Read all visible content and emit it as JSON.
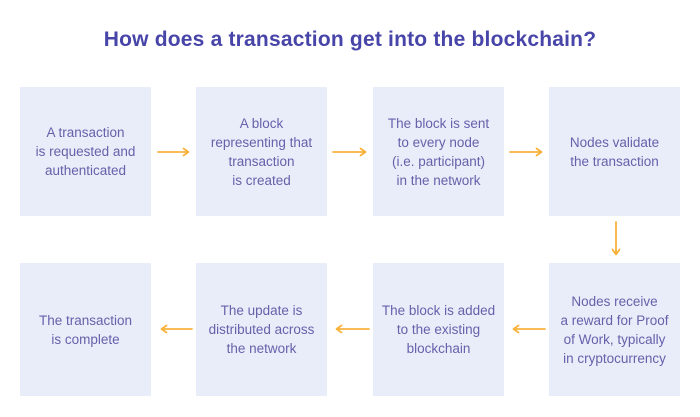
{
  "title": "How does a transaction get into the blockchain?",
  "colors": {
    "background": "#ffffff",
    "title_text": "#4845a9",
    "box_background": "#e9ecf9",
    "box_text": "#6761ab",
    "arrow": "#f9b23c"
  },
  "steps": [
    {
      "id": 1,
      "text": "A transaction\nis requested and\nauthenticated"
    },
    {
      "id": 2,
      "text": "A block\nrepresenting that\ntransaction\nis created"
    },
    {
      "id": 3,
      "text": "The block is sent\nto every node\n(i.e. participant)\nin the network"
    },
    {
      "id": 4,
      "text": "Nodes validate\nthe transaction"
    },
    {
      "id": 5,
      "text": "Nodes receive\na reward for Proof\nof Work, typically\nin cryptocurrency"
    },
    {
      "id": 6,
      "text": "The block is added\nto the existing\nblockchain"
    },
    {
      "id": 7,
      "text": "The update is\ndistributed across\nthe network"
    },
    {
      "id": 8,
      "text": "The transaction\nis complete"
    }
  ],
  "arrows": [
    {
      "from": 1,
      "to": 2,
      "direction": "right"
    },
    {
      "from": 2,
      "to": 3,
      "direction": "right"
    },
    {
      "from": 3,
      "to": 4,
      "direction": "right"
    },
    {
      "from": 4,
      "to": 5,
      "direction": "down"
    },
    {
      "from": 5,
      "to": 6,
      "direction": "left"
    },
    {
      "from": 6,
      "to": 7,
      "direction": "left"
    },
    {
      "from": 7,
      "to": 8,
      "direction": "left"
    }
  ]
}
